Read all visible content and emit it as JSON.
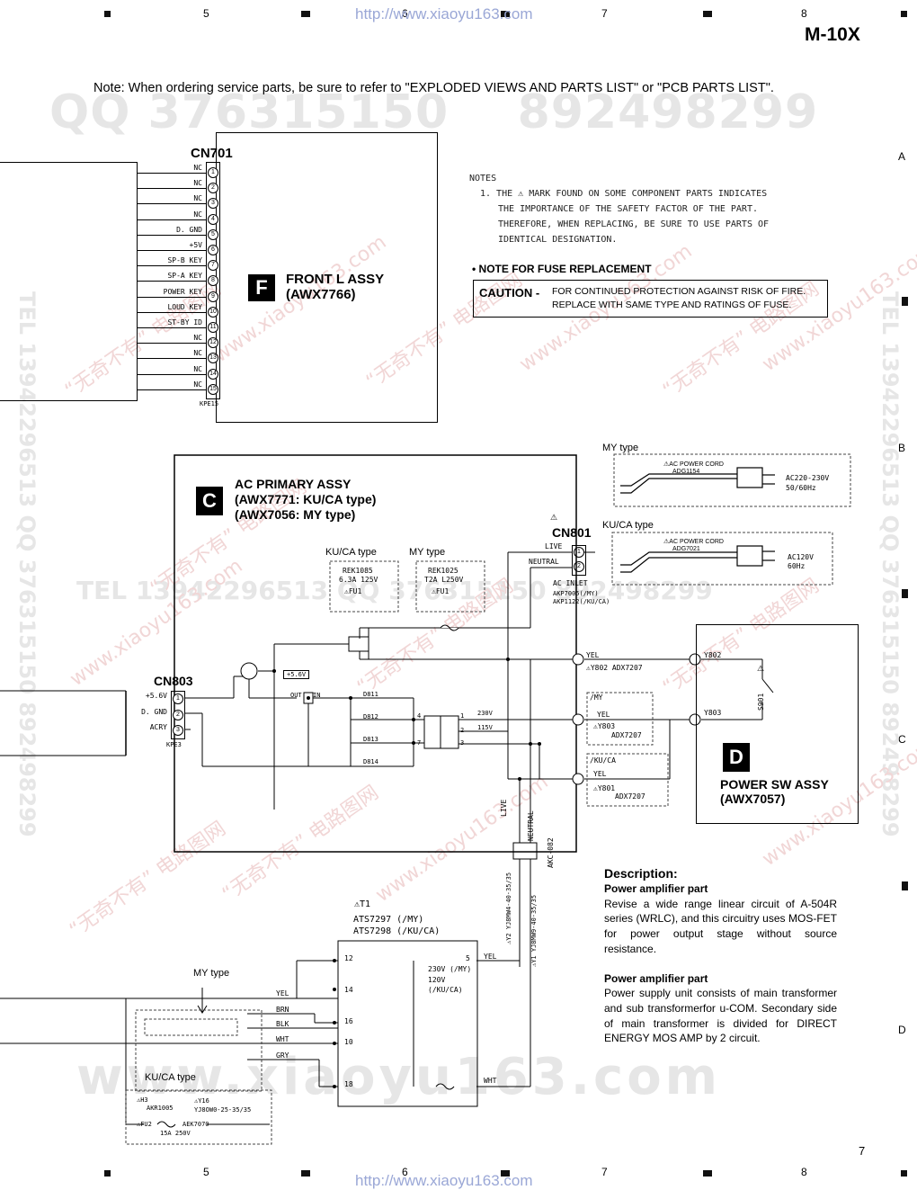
{
  "header": {
    "model": "M-10X",
    "url_top": "http://www.xiaoyu163.com",
    "url_bottom": "http://www.xiaoyu163.com",
    "page_number": "7"
  },
  "grid": {
    "columns": [
      "5",
      "6",
      "7",
      "8"
    ],
    "rows": [
      "A",
      "B",
      "C",
      "D"
    ]
  },
  "watermarks": {
    "qq_line": "QQ 376315150    892498299",
    "tel_side": "TEL 13942296513  QQ 376315150  892498299",
    "cn_text": "“无奇不有” 电路图网",
    "site": "www.xiaoyu163.com",
    "tel_mid": "TEL 13942296513  QQ 376315150  892498299",
    "bottom_big": "www.xiaoyu163.com"
  },
  "note": "Note: When ordering service parts, be sure to refer to \"EXPLODED VIEWS AND PARTS LIST\" or \"PCB PARTS LIST\".",
  "notes_block": {
    "title": "NOTES",
    "line1": "1. THE",
    "line1b": "MARK FOUND ON SOME COMPONENT PARTS INDICATES",
    "line2": "THE IMPORTANCE OF THE SAFETY FACTOR OF THE PART.",
    "line3": "THEREFORE, WHEN REPLACING, BE SURE TO USE PARTS OF",
    "line4": "IDENTICAL DESIGNATION.",
    "fuse_note": "• NOTE FOR FUSE REPLACEMENT",
    "caution_label": "CAUTION -",
    "caution_line1": "FOR CONTINUED PROTECTION AGAINST RISK OF FIRE.",
    "caution_line2": "REPLACE WITH SAME TYPE AND RATINGS OF FUSE."
  },
  "front_l": {
    "connector": "CN701",
    "letter": "F",
    "title": "FRONT L ASSY",
    "part": "(AWX7766)",
    "connector_part": "KPE15",
    "pins": [
      "NC",
      "NC",
      "NC",
      "NC",
      "D. GND",
      "+5V",
      "SP-B KEY",
      "SP-A KEY",
      "POWER KEY",
      "LOUD KEY",
      "ST-BY ID",
      "NC",
      "NC",
      "NC",
      "NC"
    ],
    "pin_numbers": [
      "1",
      "2",
      "3",
      "4",
      "5",
      "6",
      "7",
      "8",
      "9",
      "10",
      "11",
      "12",
      "13",
      "14",
      "15"
    ]
  },
  "ac_primary": {
    "letter": "C",
    "title": "AC PRIMARY ASSY",
    "part1": "(AWX7771: KU/CA type)",
    "part2": "(AWX7056: MY type)",
    "cn801": "CN801",
    "live": "LIVE",
    "neutral": "NEUTRAL",
    "ac_inlet": "AC INLET",
    "inlet_p1": "AKP7005(/MY)",
    "inlet_p2": "AKP1122(/KU/CA)",
    "kuca_type": "KU/CA type",
    "my_type": "MY type",
    "fuse_kuca_part": "REK1085",
    "fuse_kuca_rating": "6.3A 125V",
    "fuse_my_part": "REK1025",
    "fuse_my_rating": "T2A L250V",
    "fu1": "FU1",
    "cn803": "CN803",
    "cn803_pins": [
      "+5.6V",
      "D. GND",
      "ACRY"
    ],
    "cn803_pin_numbers": [
      "1",
      "2",
      "3"
    ],
    "cn803_part": "KPE3",
    "plus56": "+5.6V",
    "out": "OUT",
    "in": "IN",
    "diodes": [
      "D811",
      "D812",
      "D813",
      "D814"
    ],
    "t_230": "230V",
    "t_115": "115V",
    "t_pins": [
      "4",
      "1",
      "2",
      "7",
      "3"
    ],
    "yel1": "YEL",
    "y802": "Y802 ADX7207",
    "my_tag": "/MY",
    "yel2": "YEL",
    "y803": "Y803",
    "y803_part": "ADX7207",
    "kuca_tag": "/KU/CA",
    "yel3": "YEL",
    "y801": "Y801",
    "y801_part": "ADX7207",
    "bottom_live": "LIVE",
    "bottom_neutral": "NEUTRAL",
    "akc": "AKC-082"
  },
  "cords": {
    "my_type": "MY type",
    "my_cord_label": "AC POWER CORD",
    "my_cord_part": "ADG1154",
    "my_voltage1": "AC220-230V",
    "my_voltage2": "50/60Hz",
    "kuca_type": "KU/CA type",
    "kuca_cord_label": "AC POWER CORD",
    "kuca_cord_part": "ADG7021",
    "kuca_voltage1": "AC120V",
    "kuca_voltage2": "60Hz"
  },
  "power_sw": {
    "letter": "D",
    "title": "POWER SW ASSY",
    "part": "(AWX7057)",
    "y802": "Y802",
    "y803": "Y803",
    "s901": "S901"
  },
  "transformer": {
    "t1": "T1",
    "part_my": "ATS7297 (/MY)",
    "part_kuca": "ATS7298 (/KU/CA)",
    "pins_left": [
      "12",
      "14",
      "16",
      "10",
      "18"
    ],
    "pin_right": "5",
    "v230": "230V (/MY)",
    "v120": "120V",
    "kuca": "(/KU/CA)",
    "yel_right": "YEL",
    "wht_right": "WHT",
    "y2": "Y2",
    "y2_part": "YJ8MW4-40-35/35",
    "y1": "Y1",
    "y1_part": "YJ8MW9-40-35/35",
    "wires": [
      "YEL",
      "BRN",
      "BLK",
      "WHT",
      "GRY"
    ],
    "my_type": "MY type",
    "kuca_type": "KU/CA type",
    "h3": "H3",
    "h3_part": "AKR1005",
    "y16": "Y16",
    "y16_part": "YJ8OW0-25-35/35",
    "fu2": "FU2",
    "fu2_part": "AEK7070",
    "fu2_rating_a": "15A",
    "fu2_rating_v": "250V"
  },
  "description": {
    "title": "Description:",
    "h1": "Power amplifier part",
    "p1": "Revise a wide range linear circuit of A-504R series (WRLC), and this circuitry uses MOS-FET for power output stage without source resistance.",
    "h2": "Power amplifier part",
    "p2": "Power supply unit consists of main transformer and sub transformerfor u-COM. Secondary side of main transformer is divided for DIRECT ENERGY MOS AMP by 2 circuit."
  }
}
